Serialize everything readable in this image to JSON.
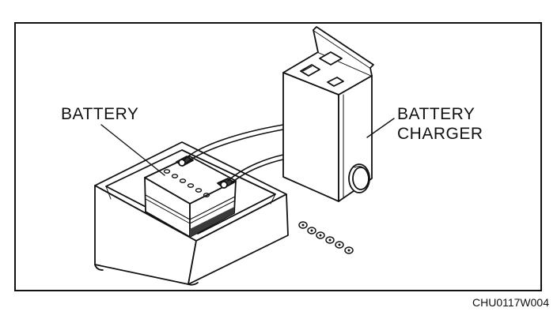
{
  "labels": {
    "battery": "BATTERY",
    "charger_line1": "BATTERY",
    "charger_line2": "CHARGER"
  },
  "figure_code": "CHU0117W004",
  "colors": {
    "ink": "#111111",
    "fill": "#ffffff",
    "shade": "#d8d8d8",
    "dark": "#3a3a3a"
  }
}
